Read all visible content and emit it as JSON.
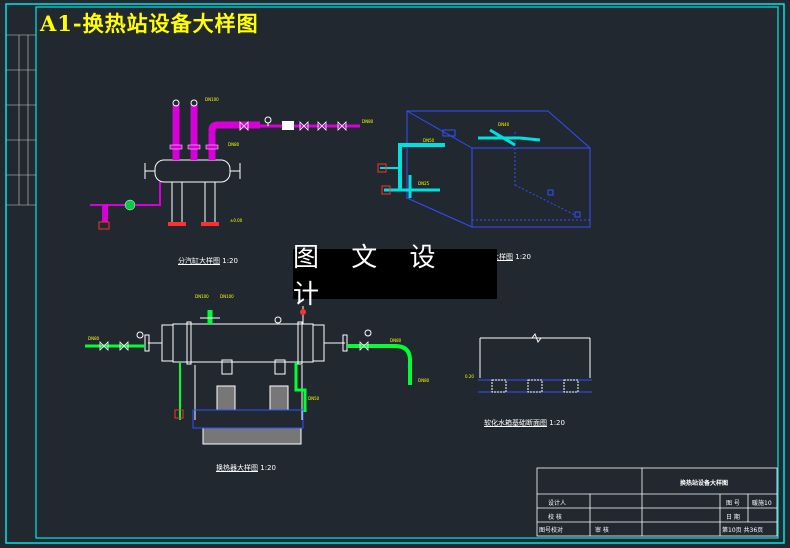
{
  "drawing": {
    "title": "A1-换热站设备大样图",
    "watermark": "图 文 设 计"
  },
  "views": {
    "distributor": {
      "caption": "分汽缸大样图",
      "scale": "1:20"
    },
    "tank": {
      "caption": "水箱大样图",
      "scale": "1:20"
    },
    "exchanger": {
      "caption": "换热器大样图",
      "scale": "1:20"
    },
    "section": {
      "caption": "软化水箱基础断面图",
      "scale": "1:20"
    }
  },
  "title_block": {
    "sheet_title": "换热站设备大样图",
    "row1_label": "设计人",
    "row2_label": "校 核",
    "row3_label_a": "图号校对",
    "row3_label_b": "审 核",
    "drawing_no_label": "图 号",
    "drawing_no_value": "暖施10",
    "date_label": "日 期",
    "sheet_count": "第10页 共36页"
  },
  "colors": {
    "background": "#212830",
    "frame": "#00e5e5",
    "steam_pipe": "#d800d8",
    "water_pipe": "#00ff33",
    "cyan_pipe": "#00e0e0",
    "blue_line": "#2f4fff",
    "text": "#ffffff",
    "title": "#ffff00"
  }
}
